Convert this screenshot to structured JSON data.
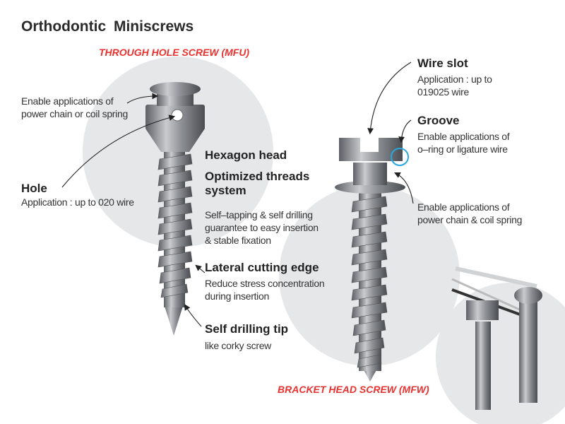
{
  "title": "Orthodontic  Miniscrews",
  "colors": {
    "accent_red": "#e8322f",
    "circle_bg": "#e6e7e9",
    "groove_ring": "#29a8e0",
    "metal": "#8a8d92"
  },
  "through_hole_screw": {
    "label": "THROUGH HOLE SCREW (MFU)",
    "head_note": {
      "line1": "Enable applications of",
      "line2": "power chain or coil spring"
    },
    "hole": {
      "title": "Hole",
      "desc": "Application : up to  020 wire"
    },
    "hexagon_head": "Hexagon head",
    "threads": {
      "title_line1": "Optimized threads",
      "title_line2": "system",
      "desc_line1": "Self–tapping & self drilling",
      "desc_line2": "guarantee to easy insertion",
      "desc_line3": "& stable fixation"
    },
    "cutting_edge": {
      "title": "Lateral cutting edge",
      "desc_line1": "Reduce stress concentration",
      "desc_line2": "during insertion"
    },
    "tip": {
      "title": "Self drilling tip",
      "desc": "like corky screw"
    }
  },
  "bracket_head_screw": {
    "label": "BRACKET HEAD SCREW (MFW)",
    "wire_slot": {
      "title": "Wire slot",
      "desc_line1": "Application : up to",
      "desc_line2": "019025 wire"
    },
    "groove": {
      "title": "Groove",
      "desc_line1": "Enable applications of",
      "desc_line2": "o–ring or ligature wire"
    },
    "flange_note": {
      "line1": "Enable applications of",
      "line2": "power chain & coil spring"
    }
  }
}
